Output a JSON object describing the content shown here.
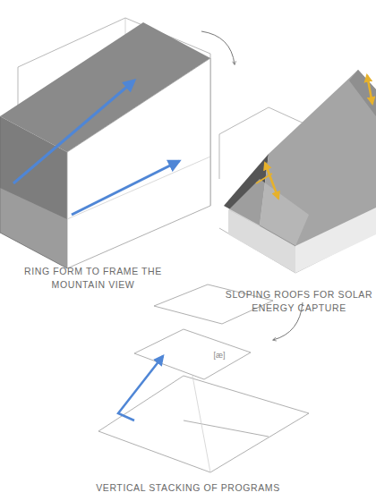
{
  "diagram": {
    "labels": [
      "RING FORM TO FRAME THE MOUNTAIN VIEW",
      "SLOPING ROOFS FOR SOLAR ENERGY CAPTURE",
      "[æ]",
      "VERTICAL STACKING OF PROGRAMS"
    ]
  }
}
